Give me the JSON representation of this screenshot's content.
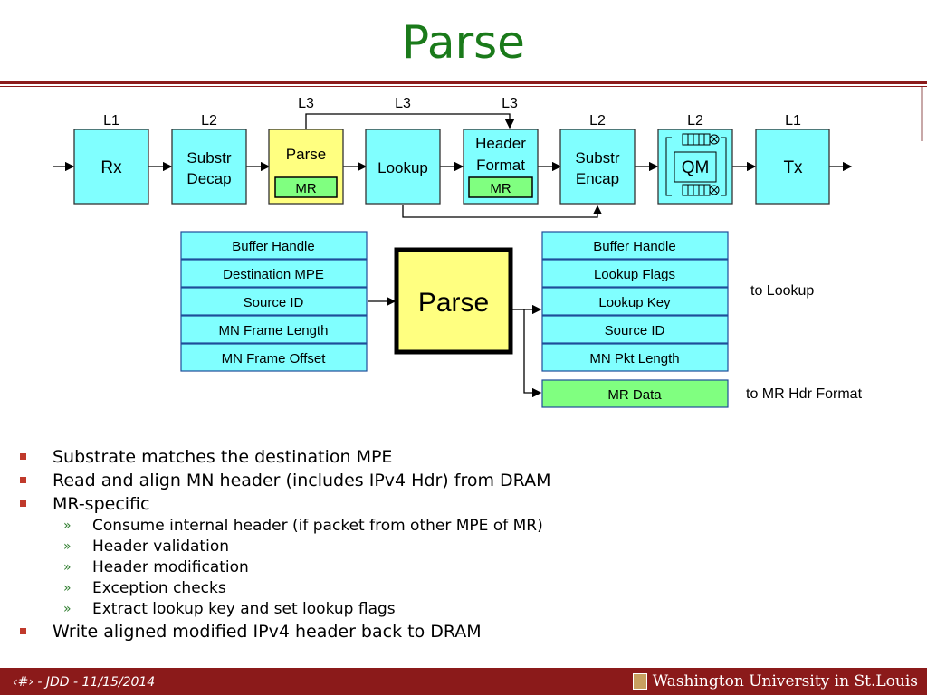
{
  "title": "Parse",
  "pipeline": {
    "levels": [
      "L1",
      "L2",
      "L3",
      "L3",
      "L3",
      "L2",
      "L2",
      "L1"
    ],
    "blocks": [
      {
        "line1": "Rx",
        "line2": ""
      },
      {
        "line1": "Substr",
        "line2": "Decap"
      },
      {
        "line1": "Parse",
        "line2": "",
        "tag": "MR"
      },
      {
        "line1": "Lookup",
        "line2": ""
      },
      {
        "line1": "Header",
        "line2": "Format",
        "tag": "MR"
      },
      {
        "line1": "Substr",
        "line2": "Encap"
      },
      {
        "line1": "QM",
        "line2": ""
      },
      {
        "line1": "Tx",
        "line2": ""
      }
    ]
  },
  "inputs": [
    "Buffer Handle",
    "Destination MPE",
    "Source ID",
    "MN Frame Length",
    "MN Frame Offset"
  ],
  "center": "Parse",
  "outputs": [
    "Buffer Handle",
    "Lookup Flags",
    "Lookup Key",
    "Source ID",
    "MN Pkt Length"
  ],
  "mr_output": "MR Data",
  "to_lookup": "to Lookup",
  "to_mr": "to MR Hdr Format",
  "bullets": [
    {
      "level": 1,
      "text": "Substrate matches the destination MPE"
    },
    {
      "level": 1,
      "text": "Read and align MN header (includes IPv4 Hdr) from DRAM"
    },
    {
      "level": 1,
      "text": "MR-specific"
    },
    {
      "level": 2,
      "text": "Consume internal header (if packet from other MPE of MR)"
    },
    {
      "level": 2,
      "text": "Header validation"
    },
    {
      "level": 2,
      "text": "Header modification"
    },
    {
      "level": 2,
      "text": "Exception checks"
    },
    {
      "level": 2,
      "text": "Extract lookup key and set lookup flags"
    },
    {
      "level": 1,
      "text": "Write aligned modified IPv4 header back to DRAM"
    }
  ],
  "footer": "‹#› - JDD - 11/15/2014",
  "logo": "Washington University in St.Louis",
  "colors": {
    "title": "#1a7a1a",
    "block": "#80ffff",
    "parse_block": "#ffff80",
    "mr_tag": "#80ff80",
    "accent": "#8b1a1a"
  }
}
